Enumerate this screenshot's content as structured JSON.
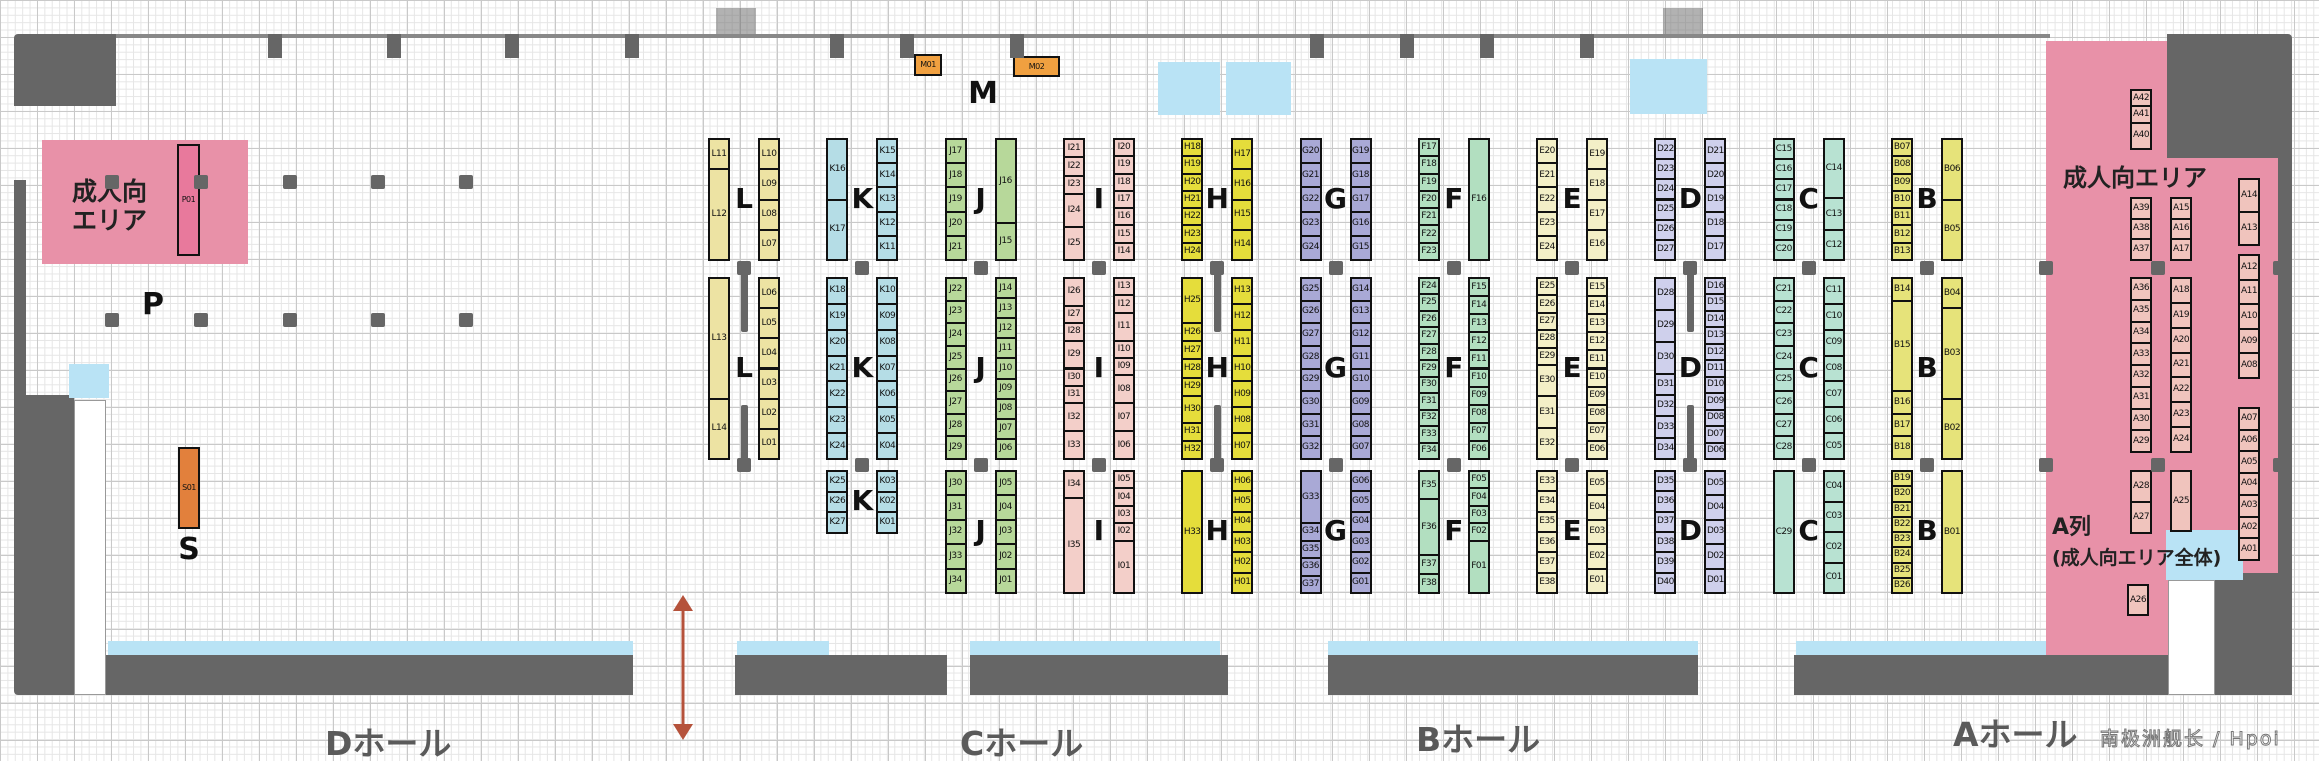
{
  "halls": {
    "d": "Dホール",
    "c": "Cホール",
    "b": "Bホール",
    "a": "Aホール"
  },
  "credit": "南极洲舰长 / Hpoi",
  "adult_area_p": {
    "line1": "成人向",
    "line2": "エリア"
  },
  "adult_area_a": "成人向エリア",
  "a_row_label": "A列",
  "a_row_note": "(成人向エリア全体)",
  "labels": {
    "p": "P",
    "s": "S",
    "m": "M"
  },
  "special_booths": {
    "p01": "P01",
    "s01": "S01",
    "m01": "M01",
    "m02": "M02"
  },
  "colors": {
    "adult_area": "#e891a8",
    "p_booth": "#e8799c",
    "s_booth": "#e2803c",
    "m_booth": "#f0a040",
    "wall": "#666666",
    "water": "#b9e3f5",
    "a_booth": "#f0c4bd"
  },
  "rows": [
    {
      "letter": "L",
      "color": "#ede3a3",
      "sections": [
        {
          "left": [
            "L11",
            "L12"
          ],
          "right": [
            "L10",
            "L09",
            "L08",
            "L07"
          ]
        },
        {
          "left": [
            "L13",
            "L14"
          ],
          "right": [
            "L06",
            "L05",
            "L04",
            "L03",
            "L02",
            "L01"
          ]
        },
        null
      ]
    },
    {
      "letter": "K",
      "color": "#b5dde6",
      "sections": [
        {
          "left": [
            "K16",
            "K17"
          ],
          "right": [
            "K15",
            "K14",
            "K13",
            "K12",
            "K11"
          ]
        },
        {
          "left": [
            "K18",
            "K19",
            "K20",
            "K21",
            "K22",
            "K23",
            "K24"
          ],
          "right": [
            "K10",
            "K09",
            "K08",
            "K07",
            "K06",
            "K05",
            "K04"
          ]
        },
        {
          "left": [
            "K25",
            "K26",
            "K27"
          ],
          "right": [
            "K03",
            "K02",
            "K01"
          ]
        }
      ]
    },
    {
      "letter": "J",
      "color": "#b7d89a",
      "sections": [
        {
          "left": [
            "J17",
            "J18",
            "J19",
            "J20",
            "J21"
          ],
          "right": [
            "J16",
            "J15"
          ]
        },
        {
          "left": [
            "J22",
            "J23",
            "J24",
            "J25",
            "J26",
            "J27",
            "J28",
            "J29"
          ],
          "right": [
            "J14",
            "J13",
            "J12",
            "J11",
            "J10",
            "J09",
            "J08",
            "J07",
            "J06"
          ]
        },
        {
          "left": [
            "J30",
            "J31",
            "J32",
            "J33",
            "J34"
          ],
          "right": [
            "J05",
            "J04",
            "J03",
            "J02",
            "J01"
          ]
        }
      ]
    },
    {
      "letter": "I",
      "color": "#f3cfc9",
      "sections": [
        {
          "left": [
            "I21",
            "I22",
            "I23",
            "I24",
            "I25"
          ],
          "right": [
            "I20",
            "I19",
            "I18",
            "I17",
            "I16",
            "I15",
            "I14"
          ]
        },
        {
          "left": [
            "I26",
            "I27",
            "I28",
            "I29",
            "I30",
            "I31",
            "I32",
            "I33"
          ],
          "right": [
            "I13",
            "I12",
            "I11",
            "I10",
            "I09",
            "I08",
            "I07",
            "I06"
          ]
        },
        {
          "left": [
            "I34",
            "I35"
          ],
          "right": [
            "I05",
            "I04",
            "I03",
            "I02",
            "I01"
          ]
        }
      ]
    },
    {
      "letter": "H",
      "color": "#e5dd3b",
      "sections": [
        {
          "left": [
            "H18",
            "H19",
            "H20",
            "H21",
            "H22",
            "H23",
            "H24"
          ],
          "right": [
            "H17",
            "H16",
            "H15",
            "H14"
          ]
        },
        {
          "left": [
            "H25",
            "H26",
            "H27",
            "H28",
            "H29",
            "H30",
            "H31",
            "H32"
          ],
          "right": [
            "H13",
            "H12",
            "H11",
            "H10",
            "H09",
            "H08",
            "H07"
          ]
        },
        {
          "left": [
            "H33"
          ],
          "right": [
            "H06",
            "H05",
            "H04",
            "H03",
            "H02",
            "H01"
          ]
        }
      ]
    },
    {
      "letter": "G",
      "color": "#a9a9d6",
      "sections": [
        {
          "left": [
            "G20",
            "G21",
            "G22",
            "G23",
            "G24"
          ],
          "right": [
            "G19",
            "G18",
            "G17",
            "G16",
            "G15"
          ]
        },
        {
          "left": [
            "G25",
            "G26",
            "G27",
            "G28",
            "G29",
            "G30",
            "G31",
            "G32"
          ],
          "right": [
            "G14",
            "G13",
            "G12",
            "G11",
            "G10",
            "G09",
            "G08",
            "G07"
          ]
        },
        {
          "left": [
            "G33",
            "G34",
            "G35",
            "G36",
            "G37"
          ],
          "right": [
            "G06",
            "G05",
            "G04",
            "G03",
            "G02",
            "G01"
          ]
        }
      ]
    },
    {
      "letter": "F",
      "color": "#b2dfc0",
      "sections": [
        {
          "left": [
            "F17",
            "F18",
            "F19",
            "F20",
            "F21",
            "F22",
            "F23"
          ],
          "right": [
            "F16"
          ]
        },
        {
          "left": [
            "F24",
            "F25",
            "F26",
            "F27",
            "F28",
            "F29",
            "F30",
            "F31",
            "F32",
            "F33",
            "F34"
          ],
          "right": [
            "F15",
            "F14",
            "F13",
            "F12",
            "F11",
            "F10",
            "F09",
            "F08",
            "F07",
            "F06"
          ]
        },
        {
          "left": [
            "F35",
            "F36",
            "F37",
            "F38"
          ],
          "right": [
            "F05",
            "F04",
            "F03",
            "F02",
            "F01"
          ]
        }
      ]
    },
    {
      "letter": "E",
      "color": "#f3efc7",
      "sections": [
        {
          "left": [
            "E20",
            "E21",
            "E22",
            "E23",
            "E24"
          ],
          "right": [
            "E19",
            "E18",
            "E17",
            "E16"
          ]
        },
        {
          "left": [
            "E25",
            "E26",
            "E27",
            "E28",
            "E29",
            "E30",
            "E31",
            "E32"
          ],
          "right": [
            "E15",
            "E14",
            "E13",
            "E12",
            "E11",
            "E10",
            "E09",
            "E08",
            "E07",
            "E06"
          ]
        },
        {
          "left": [
            "E33",
            "E34",
            "E35",
            "E36",
            "E37",
            "E38"
          ],
          "right": [
            "E05",
            "E04",
            "E03",
            "E02",
            "E01"
          ]
        }
      ]
    },
    {
      "letter": "D",
      "color": "#cfd0ec",
      "sections": [
        {
          "left": [
            "D22",
            "D23",
            "D24",
            "D25",
            "D26",
            "D27"
          ],
          "right": [
            "D21",
            "D20",
            "D19",
            "D18",
            "D17"
          ]
        },
        {
          "left": [
            "D28",
            "D29",
            "D30",
            "D31",
            "D32",
            "D33",
            "D34"
          ],
          "right": [
            "D16",
            "D15",
            "D14",
            "D13",
            "D12",
            "D11",
            "D10",
            "D09",
            "D08",
            "D07",
            "D06"
          ]
        },
        {
          "left": [
            "D35",
            "D36",
            "D37",
            "D38",
            "D39",
            "D40"
          ],
          "right": [
            "D05",
            "D04",
            "D03",
            "D02",
            "D01"
          ]
        }
      ]
    },
    {
      "letter": "C",
      "color": "#b8e2d2",
      "sections": [
        {
          "left": [
            "C15",
            "C16",
            "C17",
            "C18",
            "C19",
            "C20"
          ],
          "right": [
            "C14",
            "C13",
            "C12"
          ]
        },
        {
          "left": [
            "C21",
            "C22",
            "C23",
            "C24",
            "C25",
            "C26",
            "C27",
            "C28"
          ],
          "right": [
            "C11",
            "C10",
            "C09",
            "C08",
            "C07",
            "C06",
            "C05"
          ]
        },
        {
          "left": [
            "C29"
          ],
          "right": [
            "C04",
            "C03",
            "C02",
            "C01"
          ]
        }
      ]
    },
    {
      "letter": "B",
      "color": "#e6e37a",
      "sections": [
        {
          "left": [
            "B07",
            "B08",
            "B09",
            "B10",
            "B11",
            "B12",
            "B13"
          ],
          "right": [
            "B06",
            "B05"
          ]
        },
        {
          "left": [
            "B14",
            "B15",
            "B16",
            "B17",
            "B18"
          ],
          "right": [
            "B04",
            "B03",
            "B02"
          ]
        },
        {
          "left": [
            "B19",
            "B20",
            "B21",
            "B22",
            "B23",
            "B24",
            "B25",
            "B26"
          ],
          "right": [
            "B01"
          ]
        }
      ]
    }
  ],
  "a_area": {
    "groups": [
      [
        "A42",
        "A41",
        "A40"
      ],
      [
        "A39",
        "A38",
        "A37"
      ],
      [
        "A15",
        "A16",
        "A17"
      ],
      [
        "A14",
        "A13"
      ],
      [
        "A36",
        "A35",
        "A34",
        "A33",
        "A32",
        "A31",
        "A30",
        "A29"
      ],
      [
        "A18",
        "A19",
        "A20",
        "A21",
        "A22",
        "A23",
        "A24"
      ],
      [
        "A12",
        "A11",
        "A10",
        "A09",
        "A08"
      ],
      [
        "A07",
        "A06",
        "A05",
        "A04",
        "A03",
        "A02",
        "A01"
      ],
      [
        "A28",
        "A27"
      ],
      [
        "A25"
      ],
      [
        "A26"
      ]
    ]
  }
}
